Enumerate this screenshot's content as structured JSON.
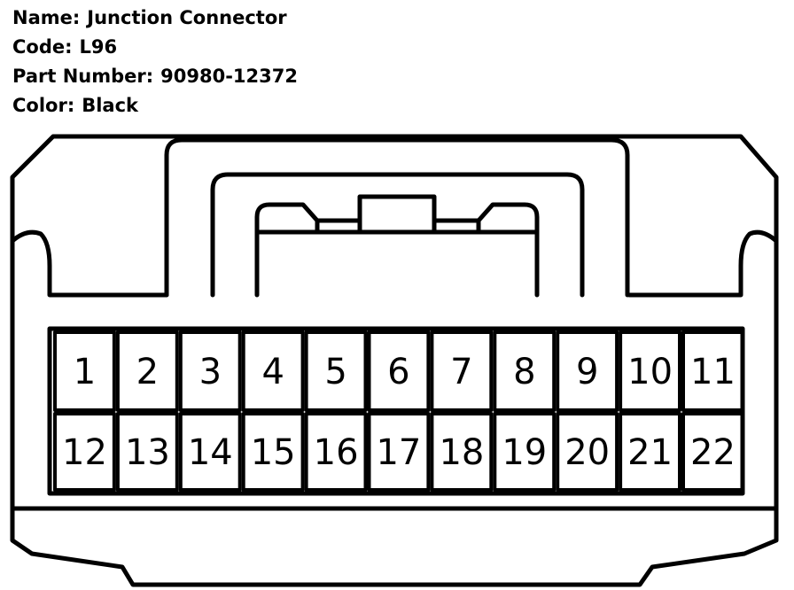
{
  "connector": {
    "name_label": "Name:",
    "name": "Junction Connector",
    "code_label": "Code:",
    "code": "L96",
    "part_number_label": "Part Number:",
    "part_number": "90980-12372",
    "color_label": "Color:",
    "color": "Black"
  },
  "pins": {
    "top_row": [
      "1",
      "2",
      "3",
      "4",
      "5",
      "6",
      "7",
      "8",
      "9",
      "10",
      "11"
    ],
    "bottom_row": [
      "12",
      "13",
      "14",
      "15",
      "16",
      "17",
      "18",
      "19",
      "20",
      "21",
      "22"
    ]
  }
}
